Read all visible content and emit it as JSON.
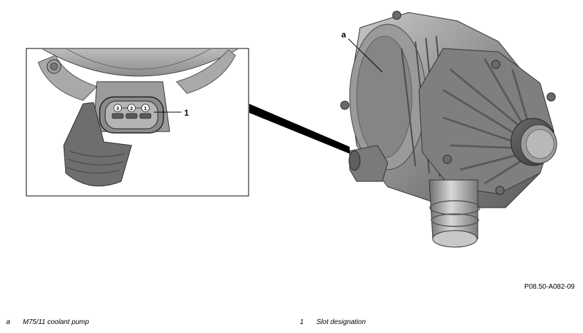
{
  "callouts": {
    "a": "a",
    "one": "1",
    "pin3": "3",
    "pin2": "2",
    "pin1": "1"
  },
  "figure_id": "P08.50-A082-09",
  "legend": [
    {
      "key": "a",
      "text": "M75/11 coolant pump"
    },
    {
      "key": "1",
      "text": "Slot designation"
    }
  ]
}
